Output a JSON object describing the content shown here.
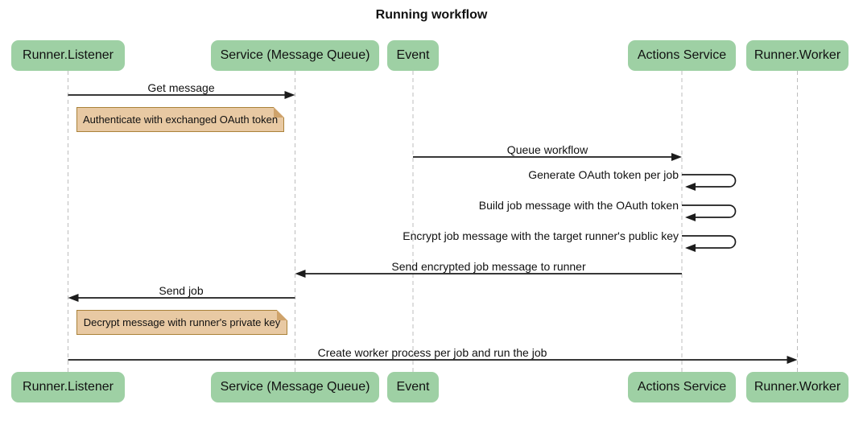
{
  "title": "Running workflow",
  "theme": {
    "actor_fill": "#9ed0a4",
    "note_fill": "#e8c9a3",
    "note_border": "#aa8239",
    "message_line_color": "#1c1c1c",
    "lifeline_color": "#bdbdbd",
    "background": "#ffffff",
    "text_color": "#111111"
  },
  "actors": [
    {
      "id": "runner-listener",
      "label": "Runner.Listener"
    },
    {
      "id": "service-message-queue",
      "label": "Service (Message Queue)"
    },
    {
      "id": "event",
      "label": "Event"
    },
    {
      "id": "actions-service",
      "label": "Actions Service"
    },
    {
      "id": "runner-worker",
      "label": "Runner.Worker"
    }
  ],
  "messages": [
    {
      "from": "Runner.Listener",
      "to": "Service (Message Queue)",
      "label": "Get message",
      "type": "solid-arrow"
    },
    {
      "from": "Event",
      "to": "Actions Service",
      "label": "Queue workflow",
      "type": "solid-arrow"
    },
    {
      "from": "Actions Service",
      "to": "Actions Service",
      "label": "Generate OAuth token per job",
      "type": "self-loop"
    },
    {
      "from": "Actions Service",
      "to": "Actions Service",
      "label": "Build job message with the OAuth token",
      "type": "self-loop"
    },
    {
      "from": "Actions Service",
      "to": "Actions Service",
      "label": "Encrypt job message with the target runner's public key",
      "type": "self-loop"
    },
    {
      "from": "Actions Service",
      "to": "Service (Message Queue)",
      "label": "Send encrypted job message to runner",
      "type": "solid-arrow"
    },
    {
      "from": "Service (Message Queue)",
      "to": "Runner.Listener",
      "label": "Send job",
      "type": "solid-arrow"
    },
    {
      "from": "Runner.Listener",
      "to": "Runner.Worker",
      "label": "Create worker process per job and run the job",
      "type": "solid-arrow"
    }
  ],
  "notes": [
    {
      "over": "Runner.Listener",
      "label": "Authenticate with exchanged OAuth token"
    },
    {
      "over": "Runner.Listener",
      "label": "Decrypt message with runner's private key"
    }
  ]
}
